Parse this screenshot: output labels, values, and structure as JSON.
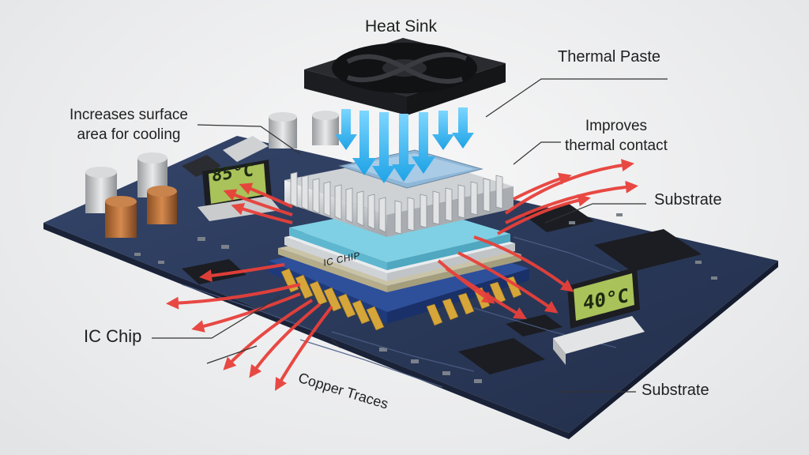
{
  "labels": {
    "heat_sink": "Heat Sink",
    "thermal_paste": "Thermal Paste",
    "increases_line1": "Increases surface",
    "increases_line2": "area for cooling",
    "improves_line1": "Improves",
    "improves_line2": "thermal contact",
    "substrate_top": "Substrate",
    "ic_chip": "IC Chip",
    "copper_traces": "Copper Traces",
    "substrate_bottom": "Substrate"
  },
  "chip_marking": "IC CHIP",
  "displays": {
    "left_temp": "85°C",
    "right_temp": "40°C"
  },
  "colors": {
    "board": "#2b3a5c",
    "heat_arrow": "#e8403a",
    "airflow_arrow": "#38b6ee",
    "thermal_paste": "#7fd0e4",
    "lcd_screen": "#a9c25a"
  }
}
